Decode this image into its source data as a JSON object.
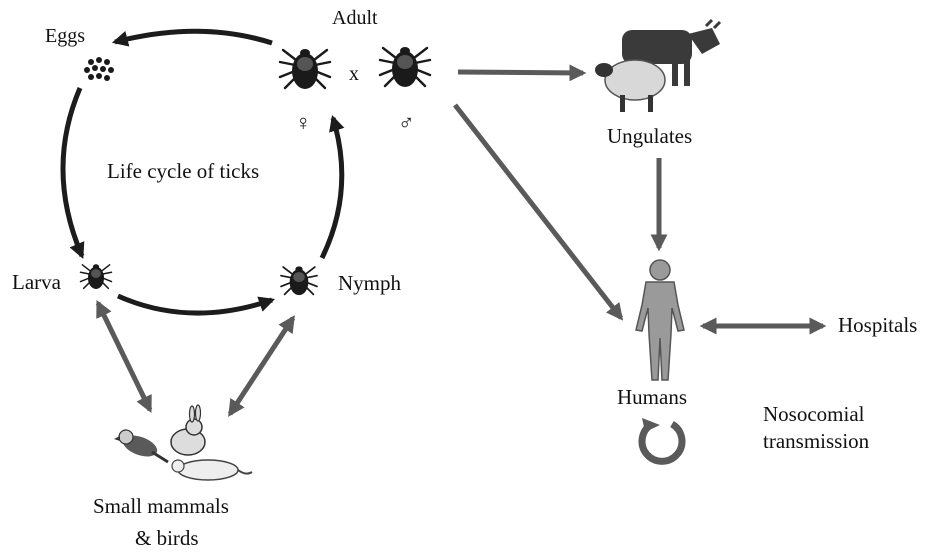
{
  "labels": {
    "adult": "Adult",
    "eggs": "Eggs",
    "cross": "x",
    "female_symbol": "♀",
    "male_symbol": "♂",
    "cycle_title": "Life cycle of ticks",
    "larva": "Larva",
    "nymph": "Nymph",
    "ungulates": "Ungulates",
    "humans": "Humans",
    "hospitals": "Hospitals",
    "nosocomial_line1": "Nosocomial",
    "nosocomial_line2": "transmission",
    "hosts_line1": "Small mammals",
    "hosts_line2": "& birds"
  },
  "colors": {
    "cycle_arrow": "#1c1c1c",
    "host_arrow": "#5a5a5a",
    "tick": "#1a1a1a",
    "human": "#9a9a9a",
    "animal_dark": "#3a3a3a",
    "animal_light": "#d8d8d8"
  },
  "icons": [
    "tick-egg-cluster-icon",
    "female-tick-icon",
    "male-tick-icon",
    "larva-tick-icon",
    "nymph-tick-icon",
    "ungulates-icon",
    "human-figure-icon",
    "nosocomial-cycle-icon",
    "small-mammals-birds-icon"
  ]
}
